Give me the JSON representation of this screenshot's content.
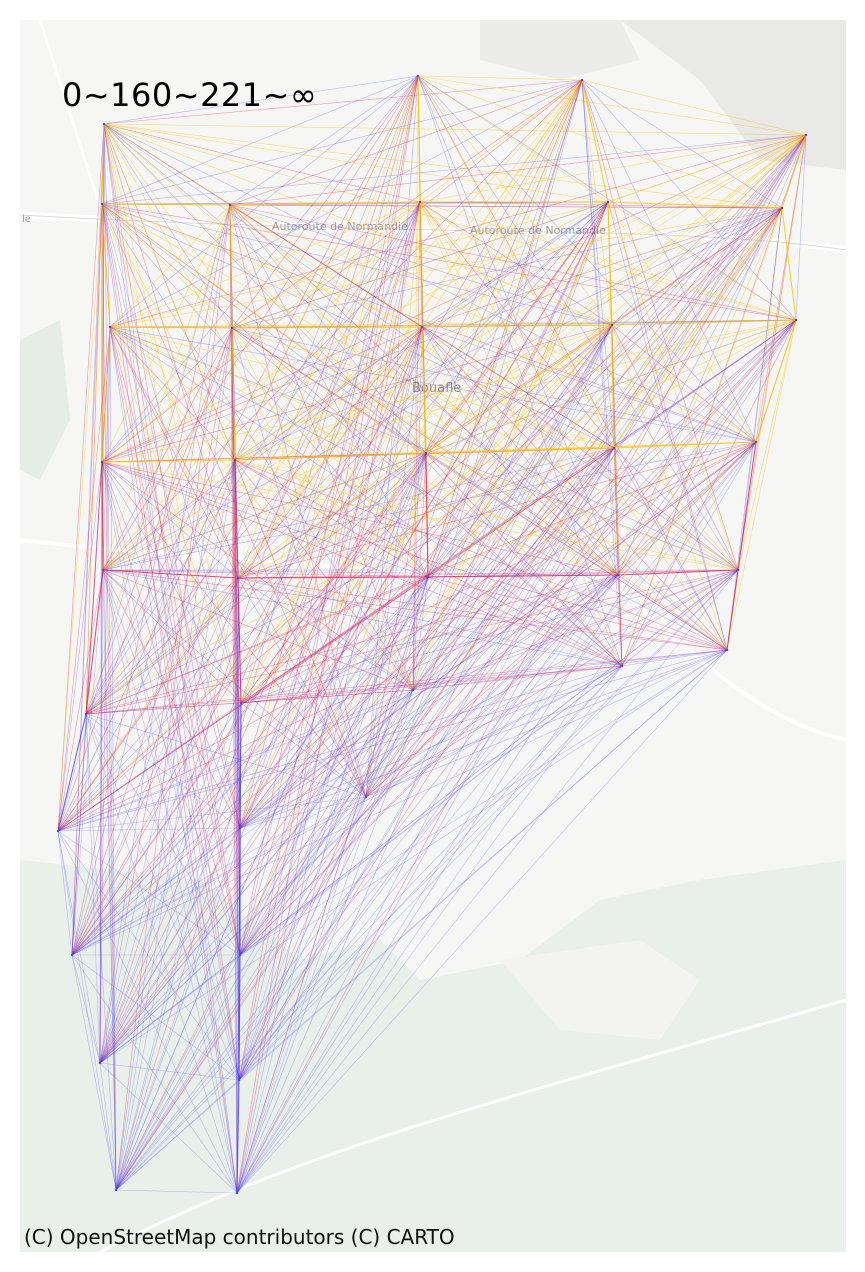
{
  "map": {
    "title": "0~160~221~∞",
    "attribution": "(C) OpenStreetMap contributors (C) CARTO",
    "labels": {
      "road_1": "Autoroute de Normandie",
      "road_2": "Autoroute de Normandie",
      "road_3": "le",
      "town": "Bouafle"
    },
    "legend_classes": [
      "0~160",
      "160~221",
      "221~∞"
    ],
    "colors": {
      "class_low": "#3a3aff",
      "class_mid": "#e0245a",
      "class_high": "#ffc400",
      "basemap_bg": "#f6f6f4",
      "basemap_green": "#e6ece6",
      "road": "#ffffff"
    }
  }
}
